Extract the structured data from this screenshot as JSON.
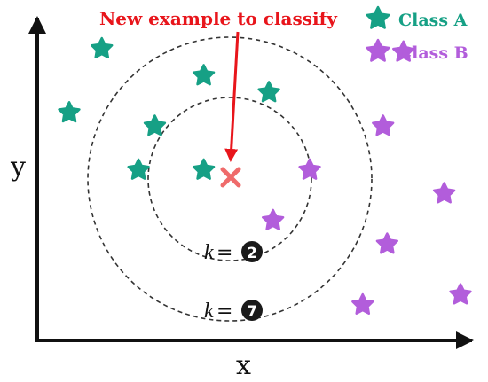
{
  "annotation": {
    "text": "New example to classify",
    "color": "#e8151b"
  },
  "axes": {
    "x_label": "x",
    "y_label": "y",
    "color": "#111111"
  },
  "legend": [
    {
      "label": "Class A",
      "color": "#16a085",
      "icon": "star-icon"
    },
    {
      "label": "Class B",
      "color": "#b25ddb",
      "icon": "star-icon"
    }
  ],
  "query_point": {
    "marker": "x-icon",
    "color": "#ef6b6b"
  },
  "neighborhoods": [
    {
      "k_symbol": "k",
      "equals": "=",
      "value": "2",
      "line_color": "#333333"
    },
    {
      "k_symbol": "k",
      "equals": "=",
      "value": "7",
      "line_color": "#333333"
    }
  ],
  "points": {
    "class_a": [
      {
        "x": 1.2,
        "y": 8.6
      },
      {
        "x": 0.4,
        "y": 6.7
      },
      {
        "x": 3.7,
        "y": 7.8
      },
      {
        "x": 2.5,
        "y": 6.3
      },
      {
        "x": 2.1,
        "y": 5.0
      },
      {
        "x": 3.7,
        "y": 5.0
      },
      {
        "x": 5.3,
        "y": 7.3
      }
    ],
    "class_b": [
      {
        "x": 8.6,
        "y": 8.5
      },
      {
        "x": 8.1,
        "y": 6.3
      },
      {
        "x": 6.3,
        "y": 5.0
      },
      {
        "x": 5.4,
        "y": 3.5
      },
      {
        "x": 8.2,
        "y": 2.8
      },
      {
        "x": 9.6,
        "y": 4.3
      },
      {
        "x": 7.6,
        "y": 1.0
      },
      {
        "x": 10.0,
        "y": 1.3
      }
    ]
  }
}
